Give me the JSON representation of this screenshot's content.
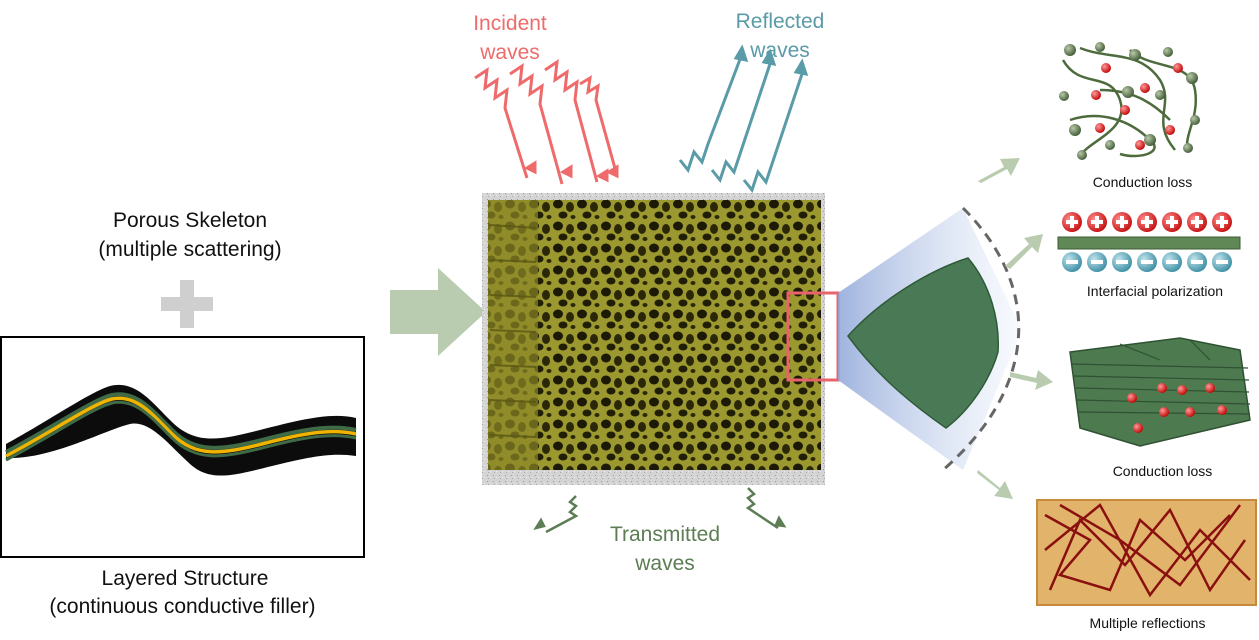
{
  "left": {
    "porous_title": "Porous Skeleton",
    "porous_subtitle": "(multiple scattering)",
    "layered_title": "Layered Structure",
    "layered_subtitle": "(continuous conductive filler)"
  },
  "waves": {
    "incident_line1": "Incident",
    "incident_line2": "waves",
    "reflected_line1": "Reflected",
    "reflected_line2": "waves",
    "transmitted_line1": "Transmitted",
    "transmitted_line2": "waves"
  },
  "mechanisms": [
    {
      "label": "Conduction loss"
    },
    {
      "label": "Interfacial polarization"
    },
    {
      "label": "Conduction loss"
    },
    {
      "label": "Multiple reflections"
    }
  ],
  "colors": {
    "incident": "#ef6b6b",
    "reflected": "#5a9ba8",
    "transmitted": "#5d7d55",
    "arrow_fill": "#b9ccb0",
    "foam": "#8f8a2c",
    "sheet_green": "#3f6b47",
    "highlight_box": "#e8646a"
  },
  "icons": [
    "plus-icon",
    "big-right-arrow-icon",
    "wavy-arrow-icon",
    "charge-plus-icon",
    "charge-minus-icon"
  ]
}
